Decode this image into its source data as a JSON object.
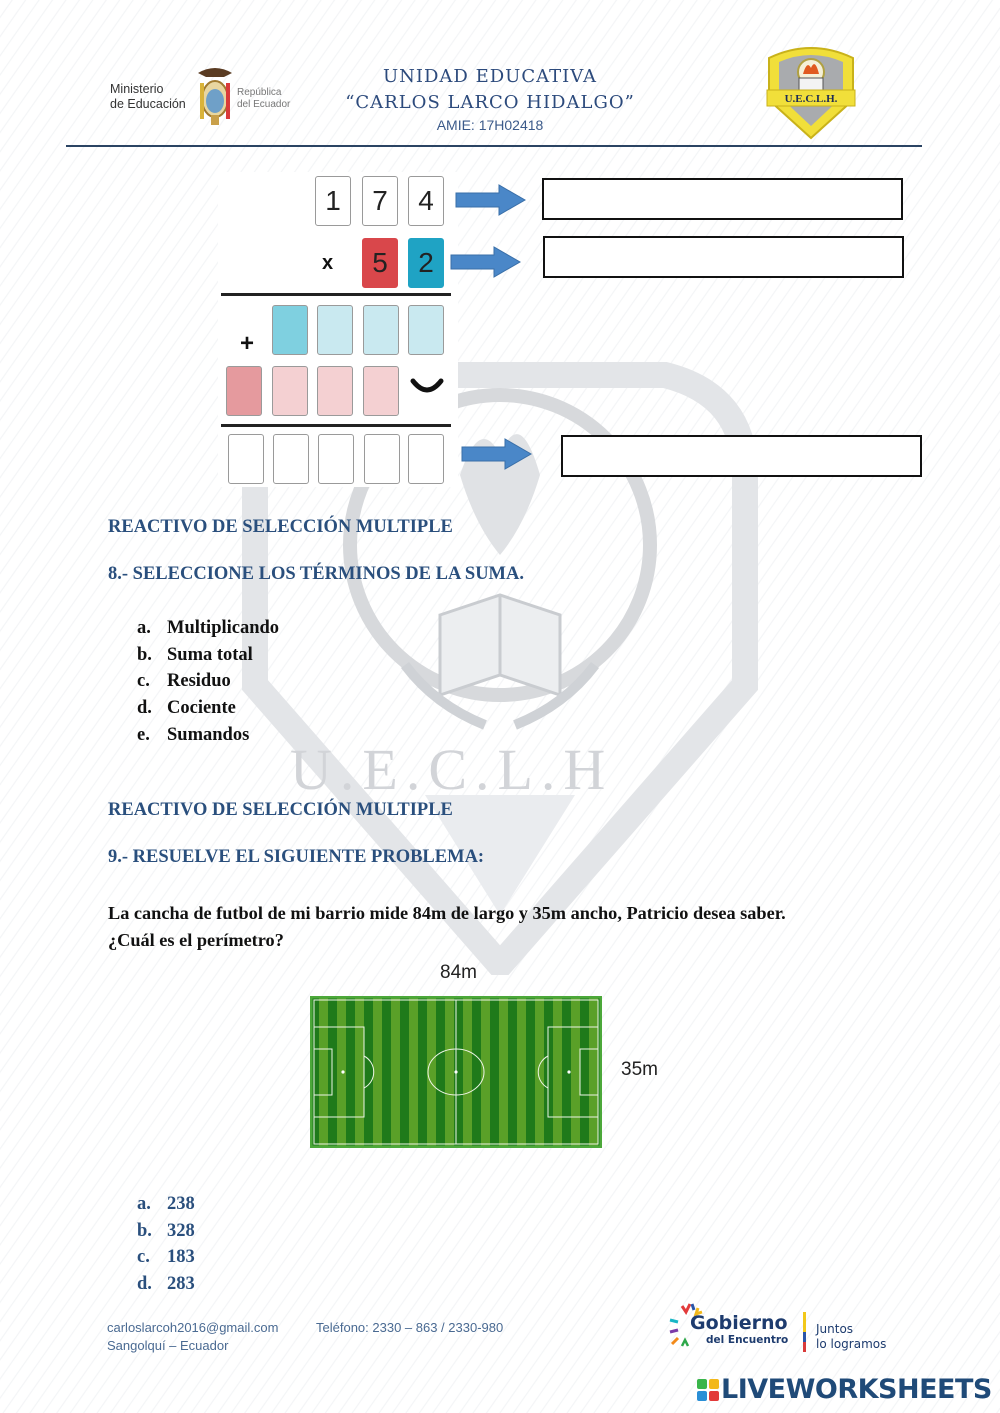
{
  "header": {
    "ministry_line1": "Ministerio",
    "ministry_line2": "de Educación",
    "republic_line1": "República",
    "republic_line2": "del Ecuador",
    "school_title_line1": "UNIDAD EDUCATIVA",
    "school_title_line2": "“CARLOS LARCO HIDALGO”",
    "amie": "AMIE: 17H02418",
    "school_logo_text": "U.E.C.L.H."
  },
  "watermark": {
    "letters": "U.E.C.L.H"
  },
  "multiplication": {
    "multiplicand_digits": [
      "1",
      "7",
      "4"
    ],
    "times_sign": "x",
    "multiplier_digits": [
      "5",
      "2"
    ],
    "plus_sign": "+",
    "colors": {
      "multiplier_tens": "#d9474b",
      "multiplier_units": "#1fa3c4",
      "row1_first": "#7fd0e0",
      "row1_rest": "#c9e9f0",
      "row2_first": "#e59a9e",
      "row2_rest": "#f4d0d2",
      "arrow": "#4a87c8"
    },
    "answer_boxes": [
      {
        "id": "multiplicand-answer",
        "value": ""
      },
      {
        "id": "multiplier-answer",
        "value": ""
      },
      {
        "id": "product-answer",
        "value": ""
      }
    ]
  },
  "section8": {
    "heading": "REACTIVO DE SELECCIÓN MULTIPLE",
    "question": "8.- SELECCIONE LOS TÉRMINOS DE LA SUMA.",
    "options": [
      {
        "letter": "a.",
        "text": "Multiplicando"
      },
      {
        "letter": "b.",
        "text": "Suma total"
      },
      {
        "letter": "c.",
        "text": "Residuo"
      },
      {
        "letter": "d.",
        "text": "Cociente"
      },
      {
        "letter": "e.",
        "text": "Sumandos"
      }
    ]
  },
  "section9": {
    "heading": "REACTIVO DE SELECCIÓN MULTIPLE",
    "question": "9.-  RESUELVE EL SIGUIENTE PROBLEMA:",
    "problem_line1": "La cancha de futbol de mi barrio mide 84m de largo y 35m ancho, Patricio desea saber.",
    "problem_line2": "¿Cuál es el perímetro?",
    "field_length_label": "84m",
    "field_width_label": "35m",
    "options": [
      {
        "letter": "a.",
        "text": "238"
      },
      {
        "letter": "b.",
        "text": "328"
      },
      {
        "letter": "c.",
        "text": "183"
      },
      {
        "letter": "d.",
        "text": "283"
      }
    ]
  },
  "footer": {
    "email": "carloslarcoh2016@gmail.com",
    "phone": "Teléfono: 2330 – 863 / 2330-980",
    "location": "Sangolquí – Ecuador",
    "gov_name": "Gobierno",
    "gov_sub": "del Encuentro",
    "gov_slogan1": "Juntos",
    "gov_slogan2": "lo logramos",
    "brand": "LIVEWORKSHEETS"
  }
}
